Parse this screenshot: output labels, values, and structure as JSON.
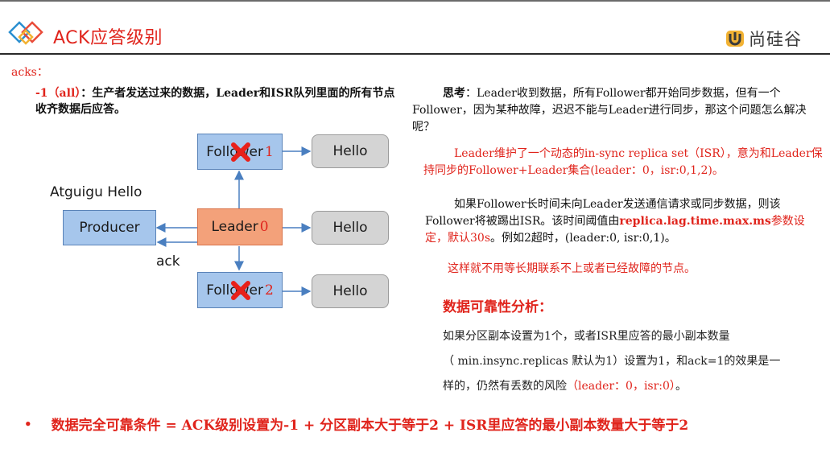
{
  "header": {
    "title": "ACK应答级别",
    "brand_name": "尚硅谷",
    "accent": "#e0241c",
    "logo_icon": "diamond-logo-icon",
    "brand_icon": "shangguigu-logo-icon"
  },
  "acks_label": "acks：",
  "left_description": {
    "prefix": "-1（all）",
    "text": "：生产者发送过来的数据，Leader和ISR队列里面的所有节点收齐数据后应答。"
  },
  "diagram": {
    "client_text": "Atguigu Hello",
    "producer_label": "Producer",
    "ack_label": "ack",
    "leader_label": "Leader",
    "leader_number": "0",
    "follower1_label": "Follower",
    "follower1_number": "1",
    "follower2_label": "Follower",
    "follower2_number": "2",
    "hello_label": "Hello",
    "failed_icon": "red-x-icon"
  },
  "right": {
    "think_label": "思考",
    "think_text": "：Leader收到数据，所有Follower都开始同步数据，但有一个Follower，因为某种故障，迟迟不能与Leader进行同步，那这个问题怎么解决呢？",
    "isr_text": "Leader维护了一个动态的in-sync replica set（ISR），意为和Leader保持同步的Follower+Leader集合(leader：0，isr:0,1,2)。",
    "timeout_text_1": "如果Follower长时间未向Leader发送通信请求或同步数据，则该Follower将被踢出ISR。该时间阈值由",
    "timeout_param": "replica.lag.time.max.ms",
    "timeout_text_2": "参数设定，默认30s",
    "timeout_text_3": "。例如2超时，(leader:0, isr:0,1)。",
    "no_wait_text": "这样就不用等长期联系不上或者已经故障的节点。",
    "reliability_title": "数据可靠性分析：",
    "reliability_line_1": "如果分区副本设置为1个，或者ISR里应答的最小副本数量",
    "reliability_line_2_a": "（ min.insync.replicas 默认为1）设置为1，和ack=1的效果是一",
    "reliability_line_3_a": "样的，仍然有丢数的风险",
    "reliability_line_3_red": "（leader：0，isr:0）",
    "reliability_line_3_b": "。"
  },
  "bottom": {
    "bullet": "•",
    "text": "数据完全可靠条件 = ACK级别设置为-1 + 分区副本大于等于2 + ISR里应答的最小副本数量大于等于2"
  }
}
